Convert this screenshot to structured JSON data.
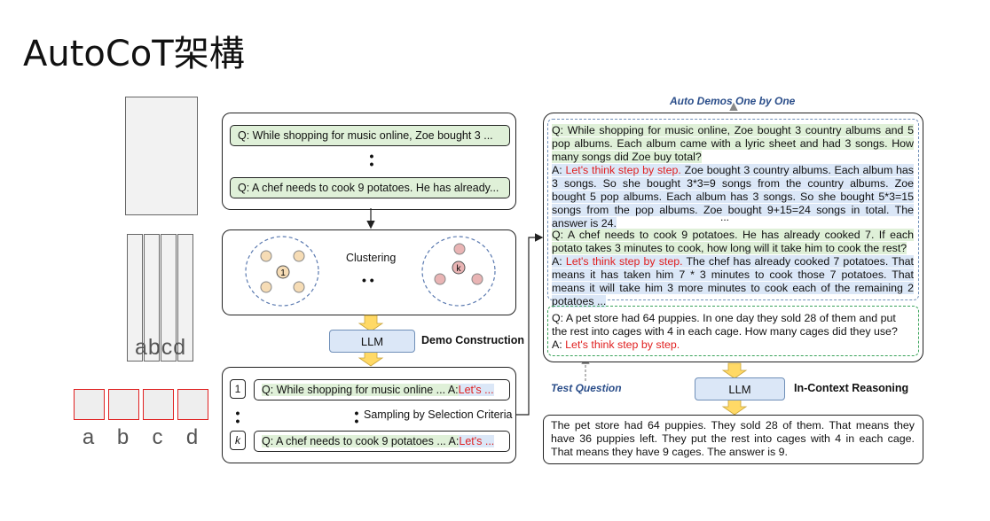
{
  "title": "AutoCoT架構",
  "left": {
    "bar_letters": "abcd",
    "red_letters": [
      "a",
      "b",
      "c",
      "d"
    ]
  },
  "questions": {
    "q1": "Q: While shopping for music online, Zoe bought 3 ...",
    "q2": "Q: A chef needs to cook 9 potatoes. He has already..."
  },
  "clustering": {
    "label": "Clustering",
    "cluster1_id": "1",
    "cluster2_id": "k",
    "ellipsis": "• •"
  },
  "demo_construction": {
    "llm_label": "LLM",
    "label": "Demo Construction"
  },
  "sampling": {
    "row1_num": "1",
    "row1_q": "Q: While shopping for music online ... A: ",
    "row1_a": "Let's ...",
    "row2_num": "k",
    "row2_q": "Q: A chef needs to cook 9 potatoes ... A: ",
    "row2_a": "Let's ...",
    "label": "Sampling by Selection Criteria"
  },
  "right": {
    "auto_demos_label": "Auto Demos One by One",
    "demo1_q": "Q: While shopping for music online, Zoe bought 3 country albums and 5 pop albums. Each album came with a lyric sheet and had 3 songs. How many songs did Zoe buy total?",
    "demo1_a_prefix": "A: ",
    "demo1_a_trigger": "Let's think step by step.",
    "demo1_a_rest": " Zoe bought 3 country albums. Each album has 3 songs. So she bought 3*3=9 songs from the country albums. Zoe bought 5 pop albums. Each album has 3 songs. So she bought 5*3=15 songs from the pop albums. Zoe bought 9+15=24 songs in total. The answer is 24.",
    "mid_ellipsis": "...",
    "demo2_q": "Q: A chef needs to cook 9 potatoes. He has already cooked 7. If each potato takes 3 minutes to cook, how long will it take him to cook the rest?",
    "demo2_a_prefix": "A: ",
    "demo2_a_trigger": "Let's think step by step.",
    "demo2_a_rest": " The chef has already cooked 7 potatoes. That means it has taken him 7 * 3 minutes to cook those 7 potatoes. That means it will take him 3 more minutes to cook each of the remaining 2 potatoes ...",
    "test_q": "Q: A pet store had 64 puppies. In one day they sold 28 of them and put the rest into cages with 4 in each cage. How many cages did they use?",
    "test_a_prefix": "A: ",
    "test_a_trigger": "Let's think step by step.",
    "test_question_label": "Test Question",
    "llm_label": "LLM",
    "icr_label": "In-Context Reasoning",
    "output": "The pet store had 64 puppies. They sold 28 of them. That means they have 36 puppies left. They put the rest into cages with 4 in each cage. That means they have 9 cages. The answer is 9."
  },
  "colors": {
    "green_highlight": "#dff0d8",
    "blue_highlight": "#dbe7f7",
    "trigger_red": "#e02020",
    "arrow_yellow": "#ffd966",
    "dashed_blue": "#6f8fb8",
    "dashed_green": "#3aa35a"
  }
}
